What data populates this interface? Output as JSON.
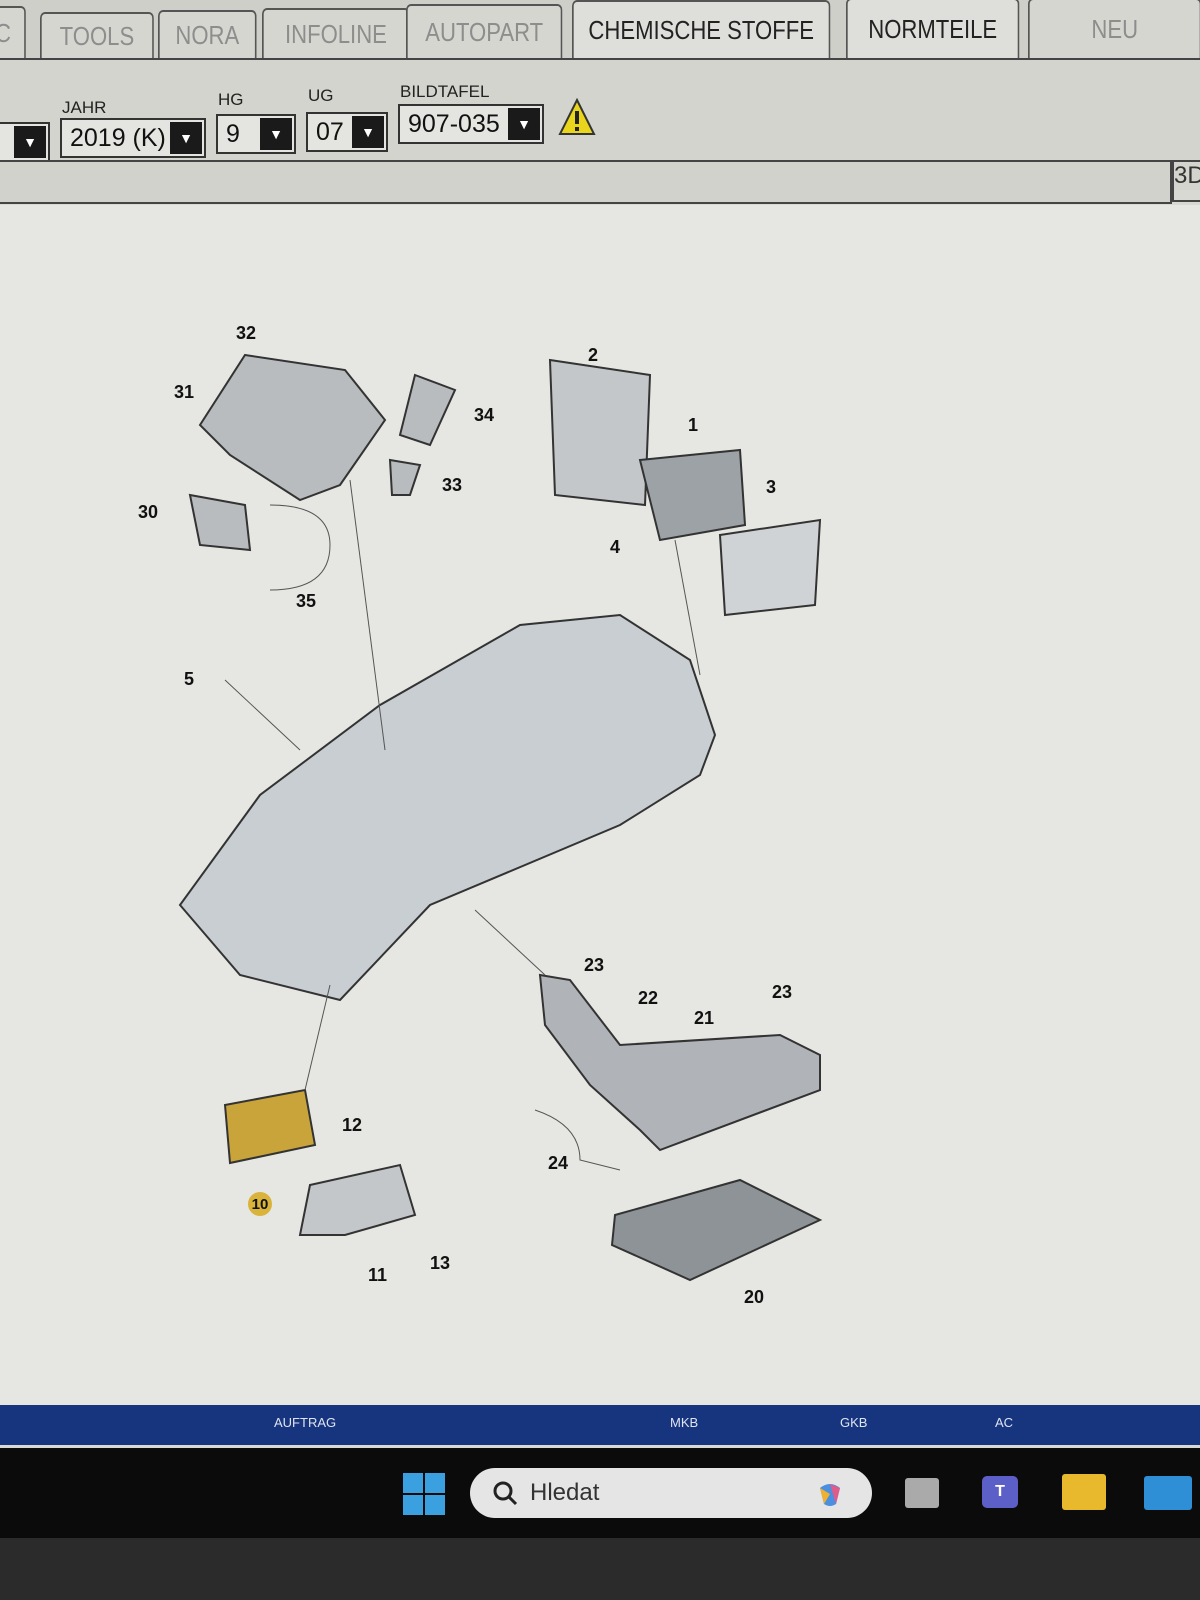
{
  "tabs": [
    {
      "label": "C"
    },
    {
      "label": "TOOLS"
    },
    {
      "label": "NORA"
    },
    {
      "label": "INFOLINE"
    },
    {
      "label": "AUTOPART"
    },
    {
      "label": "CHEMISCHE STOFFE"
    },
    {
      "label": "NORMTEILE"
    },
    {
      "label": "NEU"
    }
  ],
  "active_tab": "CHEMISCHE STOFFE",
  "filters": {
    "jahr": {
      "label": "JAHR",
      "value": "2019 (K)"
    },
    "hg": {
      "label": "HG",
      "value": "9"
    },
    "ug": {
      "label": "UG",
      "value": "07"
    },
    "bildtafel": {
      "label": "BILDTAFEL",
      "value": "907-035"
    }
  },
  "warning_icon": "warning-triangle-icon",
  "view_button": "3D",
  "diagram": {
    "callouts": [
      "32",
      "31",
      "34",
      "33",
      "30",
      "35",
      "2",
      "1",
      "3",
      "4",
      "5",
      "23",
      "22",
      "21",
      "23",
      "12",
      "10",
      "24",
      "11",
      "13",
      "20"
    ],
    "highlighted": "10",
    "highlight_color": "#d9b33a"
  },
  "status_bar": {
    "items": [
      "AUFTRAG",
      "MKB",
      "GKB",
      "AC"
    ],
    "color": "#17357f"
  },
  "taskbar": {
    "search_placeholder": "Hledat",
    "icons": [
      "windows-start-icon",
      "copilot-icon",
      "task-view-icon",
      "teams-icon",
      "file-explorer-icon",
      "mail-icon"
    ]
  }
}
